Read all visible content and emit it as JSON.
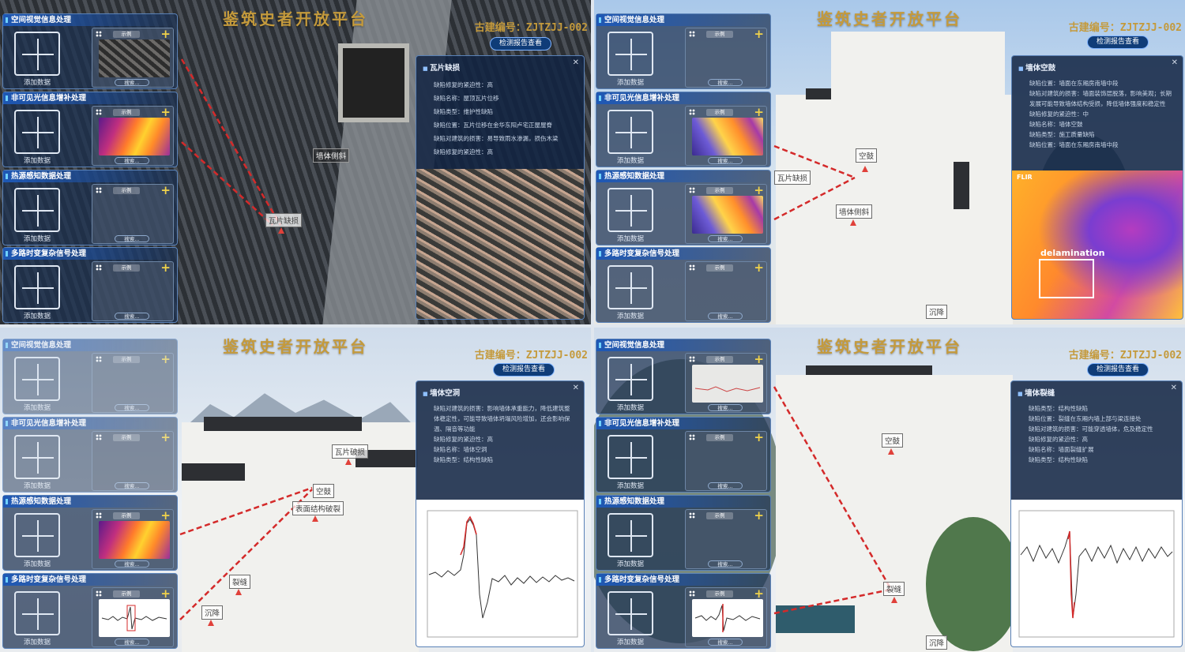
{
  "platform_title": "鉴筑史者开放平台",
  "building_code_prefix": "古建编号：",
  "building_code": "ZJTZJJ-002",
  "report_button_label": "检测报告查看",
  "panel_titles": [
    "空间视觉信息处理",
    "非可见光信息增补处理",
    "热源感知数据处理",
    "多路时变复杂信号处理"
  ],
  "add_data_label": "添加数据",
  "example_label": "示例",
  "search_label": "搜索...",
  "quadrants": [
    {
      "tags": [
        "墙体侧斜",
        "瓦片缺损"
      ],
      "detail": {
        "title": "瓦片缺损",
        "lines": [
          "缺陷修复的紧迫性：高",
          "缺陷名称：屋顶瓦片位移",
          "缺陷类型：维护性缺陷",
          "缺陷位置：瓦片位移在金华东阳卢宅正屋屋脊",
          "缺陷对建筑的损害：易导致雨水渗漏，损伤木梁",
          "缺陷修复的紧迫性：高"
        ]
      }
    },
    {
      "tags": [
        "空鼓",
        "瓦片缺损",
        "墙体侧斜",
        "沉降"
      ],
      "detail": {
        "title": "墙体空鼓",
        "lines": [
          "缺陷位置：墙面在东厢房南墙中段",
          "缺陷对建筑的损害：墙面装饰层脱落，影响美观；长期发展可能导致墙体结构受损，降低墙体强度和稳定性",
          "缺陷修复的紧迫性：中",
          "缺陷名称：墙体空鼓",
          "缺陷类型：施工质量缺陷",
          "缺陷位置：墙面在东厢房南墙中段"
        ],
        "overlay_brand": "FLIR",
        "overlay_label": "delamination"
      }
    },
    {
      "tags": [
        "瓦片破损",
        "空鼓",
        "表面结构破裂",
        "裂缝",
        "沉降"
      ],
      "detail": {
        "title": "墙体空洞",
        "lines": [
          "缺陷对建筑的损害：影响墙体承重能力，降低建筑整体稳定性，可能导致墙体坍塌风险增加，还会影响保温、隔音等功能",
          "缺陷修复的紧迫性：高",
          "缺陷名称：墙体空洞",
          "缺陷类型：结构性缺陷"
        ]
      }
    },
    {
      "tags": [
        "空鼓",
        "裂缝",
        "沉降"
      ],
      "detail": {
        "title": "墙体裂缝",
        "lines": [
          "缺陷类型：结构性缺陷",
          "缺陷位置：裂缝在东厢内墙上部与梁连接处",
          "缺陷对建筑的损害：可能穿透墙体，危及稳定性",
          "缺陷修复的紧迫性：高",
          "缺陷名称：墙面裂缝扩展",
          "缺陷类型：结构性缺陷"
        ]
      }
    }
  ],
  "colors": {
    "title_gold": "#c49a3c",
    "panel_blue": "#1e58b5",
    "alert_red": "#e0413a"
  },
  "icons": [
    "plus-icon",
    "add-icon",
    "grid-icon",
    "close-icon",
    "warning-icon"
  ]
}
